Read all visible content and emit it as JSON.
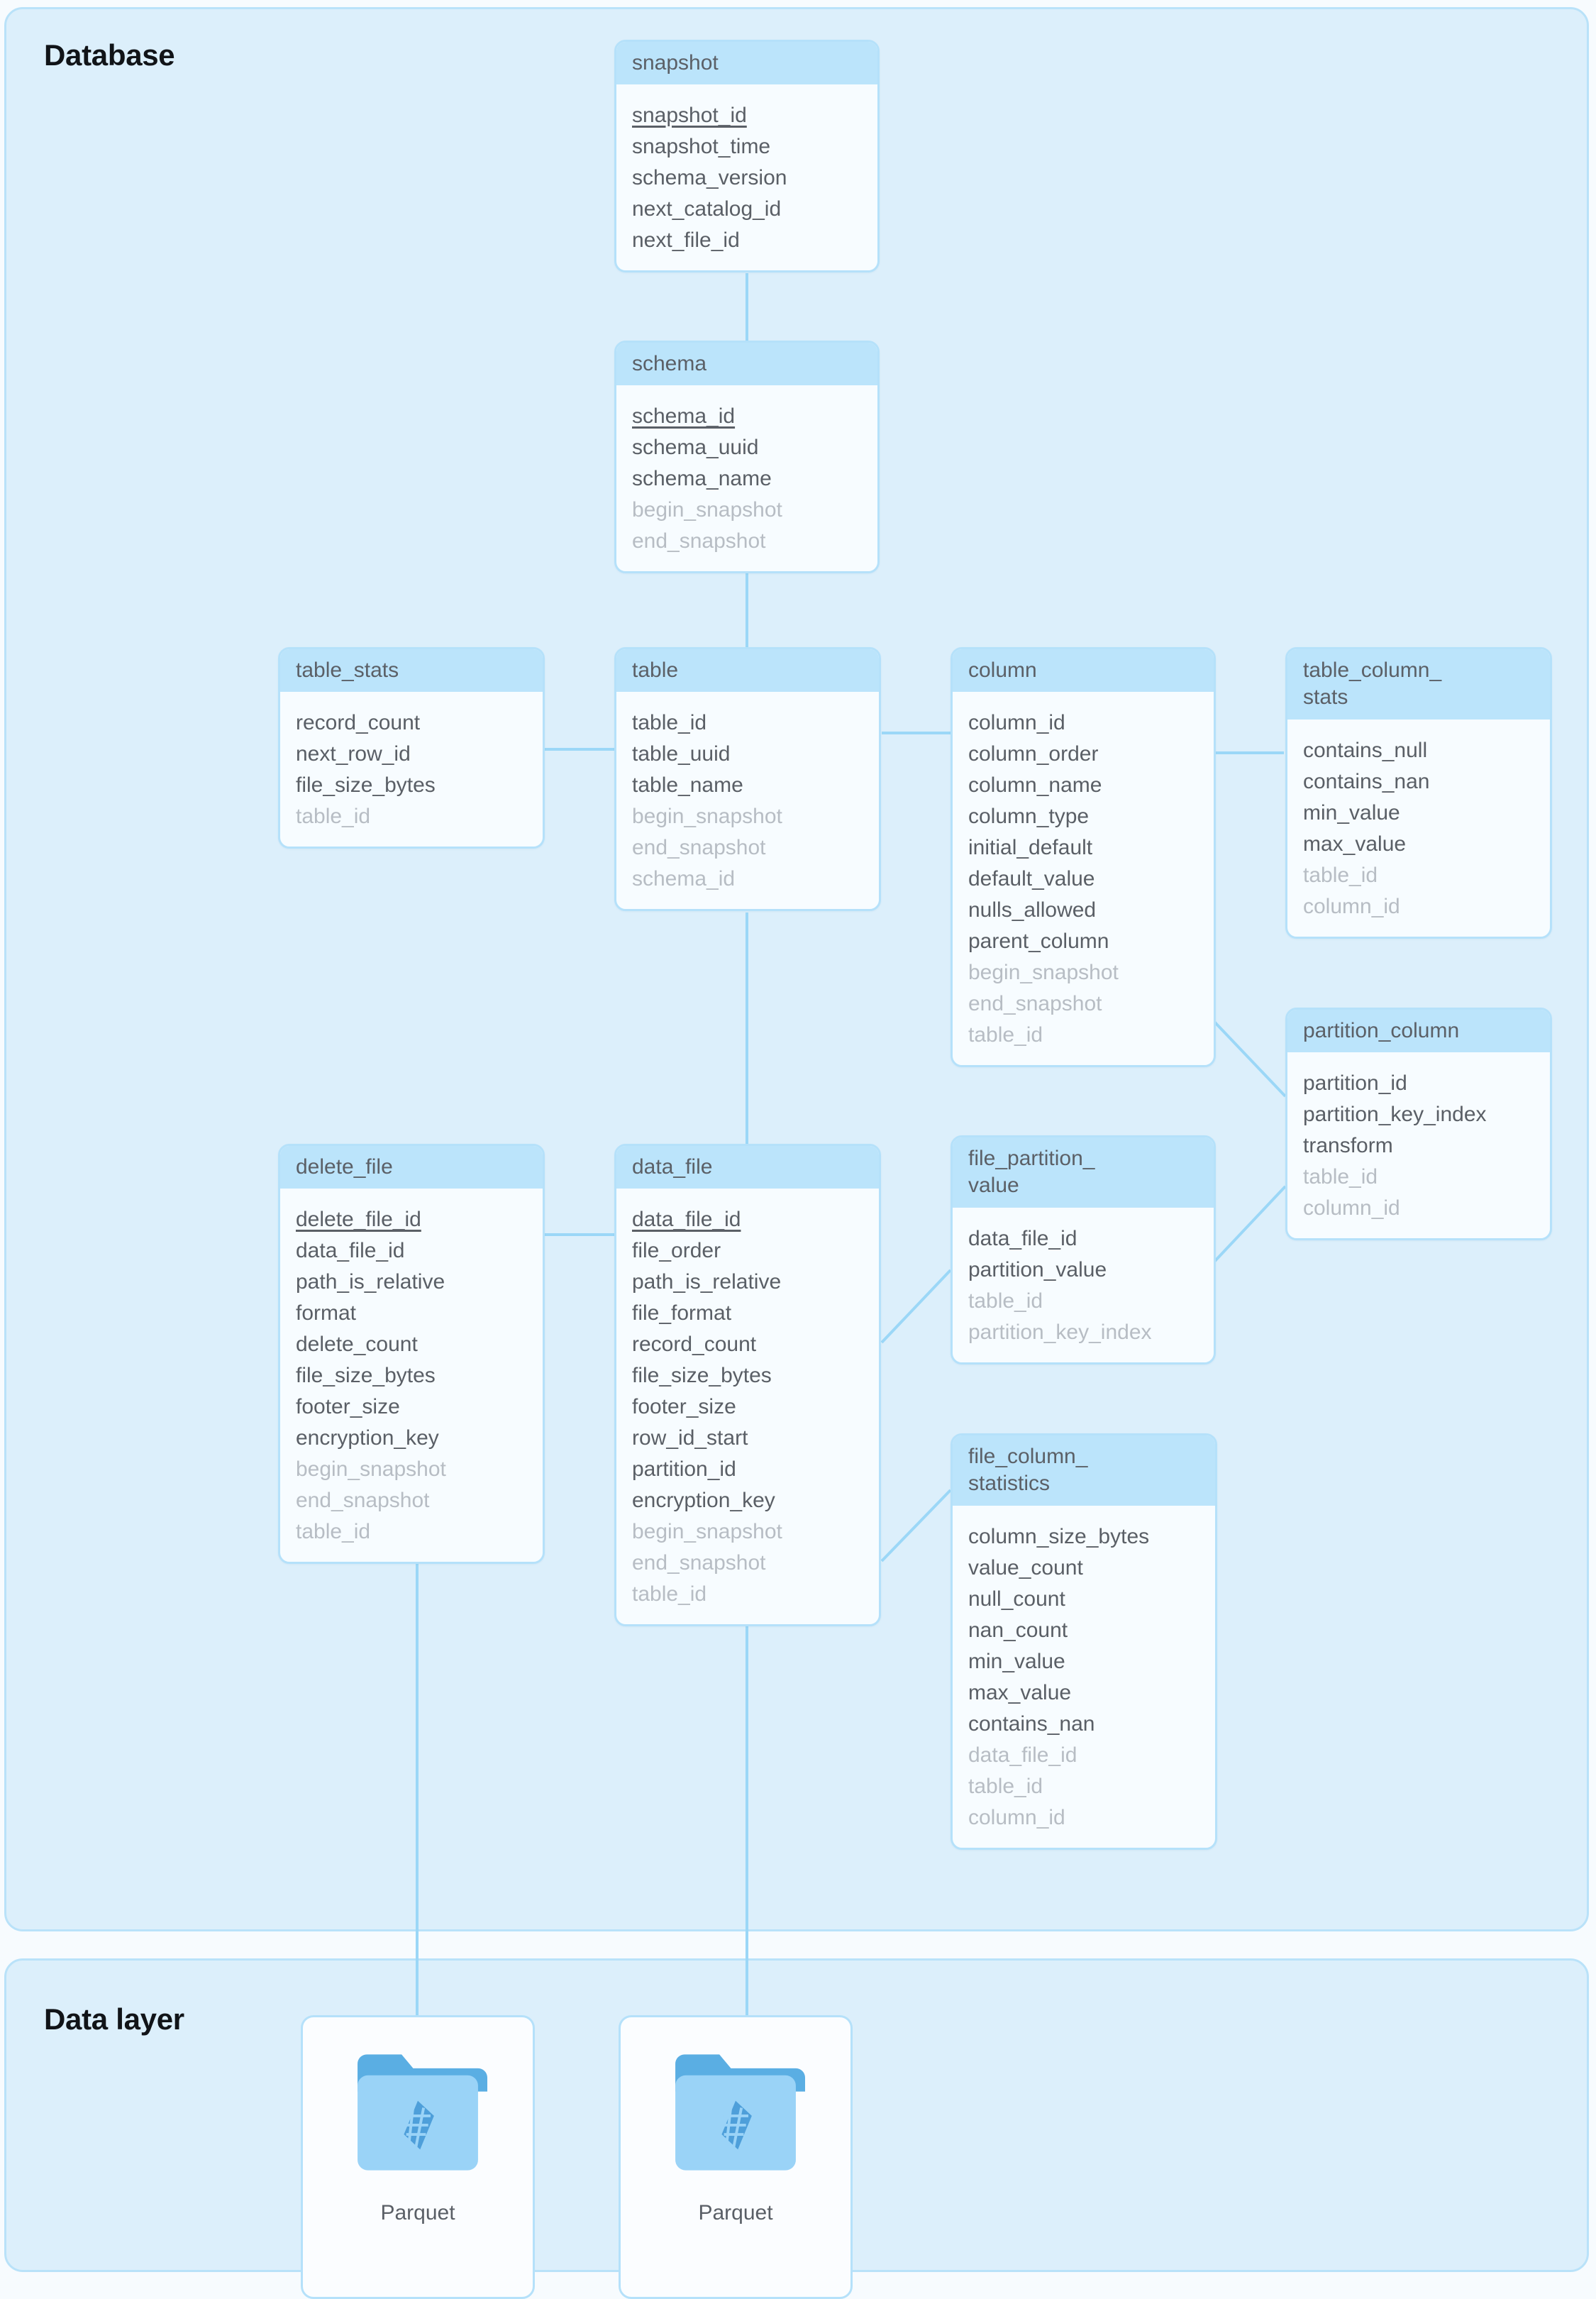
{
  "sections": {
    "database": {
      "title": "Database"
    },
    "data_layer": {
      "title": "Data layer"
    }
  },
  "colors": {
    "panel_bg": "#dceffb",
    "panel_border": "#b9e2f9",
    "entity_bg": "#f7fcff",
    "entity_border": "#b5e1fa",
    "entity_header_bg": "#bbe4fb",
    "text": "#5a5f66",
    "fk_text": "#b7bdc4",
    "link": "#9bd7f7",
    "folder_tab": "#5aaee3",
    "folder_body": "#9ad3f7",
    "folder_glyph": "#4a9cd8"
  },
  "entities": [
    {
      "id": "snapshot",
      "name": "snapshot",
      "fields": [
        {
          "label": "snapshot_id",
          "kind": "pk"
        },
        {
          "label": "snapshot_time",
          "kind": "plain"
        },
        {
          "label": "schema_version",
          "kind": "plain"
        },
        {
          "label": "next_catalog_id",
          "kind": "plain"
        },
        {
          "label": "next_file_id",
          "kind": "plain"
        }
      ]
    },
    {
      "id": "schema",
      "name": "schema",
      "fields": [
        {
          "label": "schema_id",
          "kind": "pk"
        },
        {
          "label": "schema_uuid",
          "kind": "plain"
        },
        {
          "label": "schema_name",
          "kind": "plain"
        },
        {
          "label": "begin_snapshot",
          "kind": "fk"
        },
        {
          "label": "end_snapshot",
          "kind": "fk"
        }
      ]
    },
    {
      "id": "table_stats",
      "name": "table_stats",
      "fields": [
        {
          "label": "record_count",
          "kind": "plain"
        },
        {
          "label": "next_row_id",
          "kind": "plain"
        },
        {
          "label": "file_size_bytes",
          "kind": "plain"
        },
        {
          "label": "table_id",
          "kind": "fk"
        }
      ]
    },
    {
      "id": "table",
      "name": "table",
      "fields": [
        {
          "label": "table_id",
          "kind": "plain"
        },
        {
          "label": "table_uuid",
          "kind": "plain"
        },
        {
          "label": "table_name",
          "kind": "plain"
        },
        {
          "label": "begin_snapshot",
          "kind": "fk"
        },
        {
          "label": "end_snapshot",
          "kind": "fk"
        },
        {
          "label": "schema_id",
          "kind": "fk"
        }
      ]
    },
    {
      "id": "column",
      "name": "column",
      "fields": [
        {
          "label": "column_id",
          "kind": "plain"
        },
        {
          "label": "column_order",
          "kind": "plain"
        },
        {
          "label": "column_name",
          "kind": "plain"
        },
        {
          "label": "column_type",
          "kind": "plain"
        },
        {
          "label": "initial_default",
          "kind": "plain"
        },
        {
          "label": "default_value",
          "kind": "plain"
        },
        {
          "label": "nulls_allowed",
          "kind": "plain"
        },
        {
          "label": "parent_column",
          "kind": "plain"
        },
        {
          "label": "begin_snapshot",
          "kind": "fk"
        },
        {
          "label": "end_snapshot",
          "kind": "fk"
        },
        {
          "label": "table_id",
          "kind": "fk"
        }
      ]
    },
    {
      "id": "table_column_stats",
      "name": "table_column_\nstats",
      "fields": [
        {
          "label": "contains_null",
          "kind": "plain"
        },
        {
          "label": "contains_nan",
          "kind": "plain"
        },
        {
          "label": "min_value",
          "kind": "plain"
        },
        {
          "label": "max_value",
          "kind": "plain"
        },
        {
          "label": "table_id",
          "kind": "fk"
        },
        {
          "label": "column_id",
          "kind": "fk"
        }
      ]
    },
    {
      "id": "partition_column",
      "name": "partition_column",
      "fields": [
        {
          "label": "partition_id",
          "kind": "plain"
        },
        {
          "label": "partition_key_index",
          "kind": "plain"
        },
        {
          "label": "transform",
          "kind": "plain"
        },
        {
          "label": "table_id",
          "kind": "fk"
        },
        {
          "label": "column_id",
          "kind": "fk"
        }
      ]
    },
    {
      "id": "delete_file",
      "name": "delete_file",
      "fields": [
        {
          "label": "delete_file_id",
          "kind": "pk"
        },
        {
          "label": "data_file_id",
          "kind": "plain"
        },
        {
          "label": "path_is_relative",
          "kind": "plain"
        },
        {
          "label": "format",
          "kind": "plain"
        },
        {
          "label": "delete_count",
          "kind": "plain"
        },
        {
          "label": "file_size_bytes",
          "kind": "plain"
        },
        {
          "label": "footer_size",
          "kind": "plain"
        },
        {
          "label": "encryption_key",
          "kind": "plain"
        },
        {
          "label": "begin_snapshot",
          "kind": "fk"
        },
        {
          "label": "end_snapshot",
          "kind": "fk"
        },
        {
          "label": "table_id",
          "kind": "fk"
        }
      ]
    },
    {
      "id": "data_file",
      "name": "data_file",
      "fields": [
        {
          "label": "data_file_id",
          "kind": "pk"
        },
        {
          "label": "file_order",
          "kind": "plain"
        },
        {
          "label": "path_is_relative",
          "kind": "plain"
        },
        {
          "label": "file_format",
          "kind": "plain"
        },
        {
          "label": "record_count",
          "kind": "plain"
        },
        {
          "label": "file_size_bytes",
          "kind": "plain"
        },
        {
          "label": "footer_size",
          "kind": "plain"
        },
        {
          "label": "row_id_start",
          "kind": "plain"
        },
        {
          "label": "partition_id",
          "kind": "plain"
        },
        {
          "label": "encryption_key",
          "kind": "plain"
        },
        {
          "label": "begin_snapshot",
          "kind": "fk"
        },
        {
          "label": "end_snapshot",
          "kind": "fk"
        },
        {
          "label": "table_id",
          "kind": "fk"
        }
      ]
    },
    {
      "id": "file_partition_value",
      "name": "file_partition_\nvalue",
      "fields": [
        {
          "label": "data_file_id",
          "kind": "plain"
        },
        {
          "label": "partition_value",
          "kind": "plain"
        },
        {
          "label": "table_id",
          "kind": "fk"
        },
        {
          "label": "partition_key_index",
          "kind": "fk"
        }
      ]
    },
    {
      "id": "file_column_statistics",
      "name": "file_column_\nstatistics",
      "fields": [
        {
          "label": "column_size_bytes",
          "kind": "plain"
        },
        {
          "label": "value_count",
          "kind": "plain"
        },
        {
          "label": "null_count",
          "kind": "plain"
        },
        {
          "label": "nan_count",
          "kind": "plain"
        },
        {
          "label": "min_value",
          "kind": "plain"
        },
        {
          "label": "max_value",
          "kind": "plain"
        },
        {
          "label": "contains_nan",
          "kind": "plain"
        },
        {
          "label": "data_file_id",
          "kind": "fk"
        },
        {
          "label": "table_id",
          "kind": "fk"
        },
        {
          "label": "column_id",
          "kind": "fk"
        }
      ]
    }
  ],
  "data_files": [
    {
      "id": "parquet-1",
      "label": "Parquet",
      "icon": "folder-parquet-icon"
    },
    {
      "id": "parquet-2",
      "label": "Parquet",
      "icon": "folder-parquet-icon"
    }
  ]
}
